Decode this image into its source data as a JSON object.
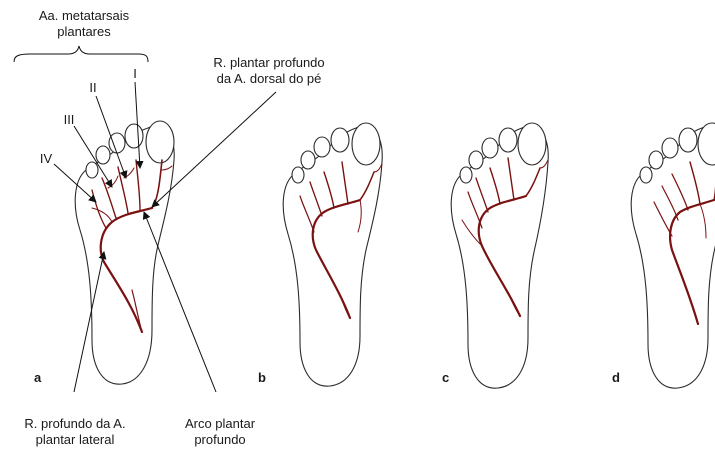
{
  "labels": {
    "metatarsal_arteries": "Aa. metatarsais\nplantares",
    "deep_plantar_branch": "R. plantar profundo\nda A. dorsal do pé",
    "digit_I": "I",
    "digit_II": "II",
    "digit_III": "III",
    "digit_IV": "IV",
    "deep_branch_lateral": "R. profundo da A.\nplantar lateral",
    "deep_plantar_arch": "Arco plantar\nprofundo"
  },
  "panels": [
    {
      "letter": "a"
    },
    {
      "letter": "b"
    },
    {
      "letter": "c"
    },
    {
      "letter": "d"
    }
  ],
  "colors": {
    "artery": "#7a1212",
    "outline": "#2b2b2b"
  }
}
